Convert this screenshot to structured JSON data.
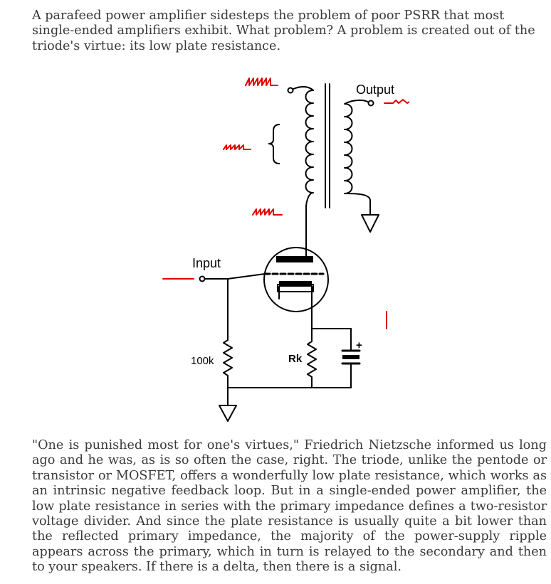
{
  "paragraphs": {
    "intro": "A parafeed power amplifier sidesteps the problem of poor PSRR that most single-ended amplifiers exhibit. What problem? A problem is created out of the triode's virtue: its low plate resistance.",
    "body": "\"One is punished most for one's virtues,\" Friedrich Nietzsche informed us long ago and he was, as is so often the case, right. The triode, unlike the pentode or transistor or MOSFET, offers a wonderfully low plate resistance, which works as an intrinsic negative feedback loop. But in a single-ended power amplifier, the low plate resistance in series with the primary impedance defines a two-resistor voltage divider. And since the plate resistance is usually quite a bit lower than the reflected primary impedance, the majority of the power-supply ripple appears across the primary, which in turn is relayed to the secondary and then to your speakers. If there is a delta, then there is a signal."
  },
  "schematic": {
    "labels": {
      "output": "Output",
      "input": "Input",
      "grid_resistor": "100k",
      "cathode_resistor": "Rk",
      "cap_polarity": "+"
    },
    "colors": {
      "wire": "#000000",
      "signal": "#e00000"
    }
  }
}
